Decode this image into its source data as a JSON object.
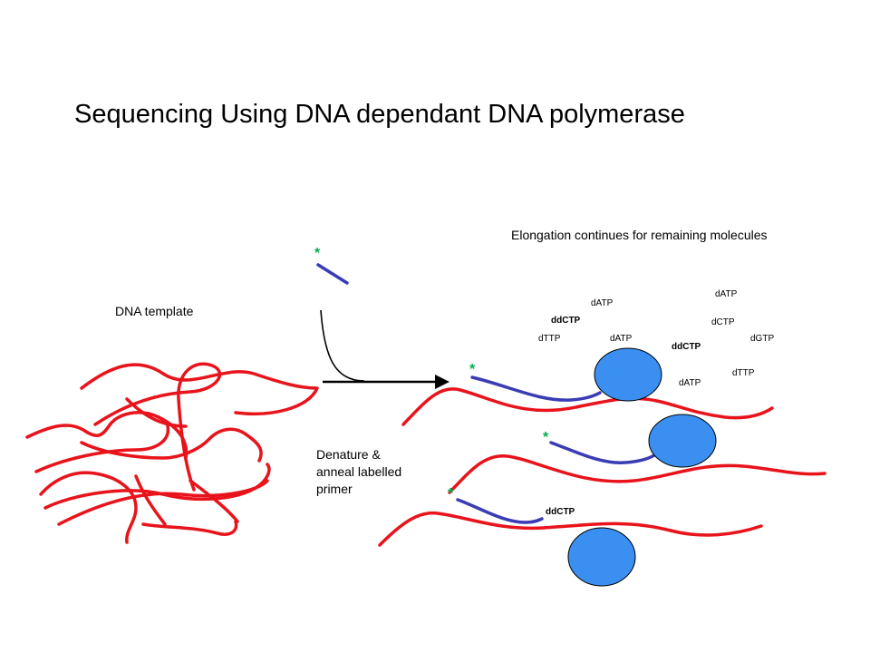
{
  "title": "Sequencing Using DNA dependant DNA polymerase",
  "labels": {
    "template": "DNA template",
    "elongation": "Elongation continues for remaining molecules",
    "denature_line1": "Denature &",
    "denature_line2": "anneal labelled",
    "denature_line3": "primer"
  },
  "label_marker": "*",
  "nucleotides": [
    "dATP",
    "dATP",
    "ddCTP",
    "dCTP",
    "dTTP",
    "dATP",
    "ddCTP",
    "dGTP",
    "dTTP",
    "dATP",
    "ddCTP"
  ],
  "colors": {
    "template_strand": "#e8131b",
    "primer_strand": "#3a3cb4",
    "polymerase": "#3b8ff0",
    "label_star": "#00b050"
  }
}
